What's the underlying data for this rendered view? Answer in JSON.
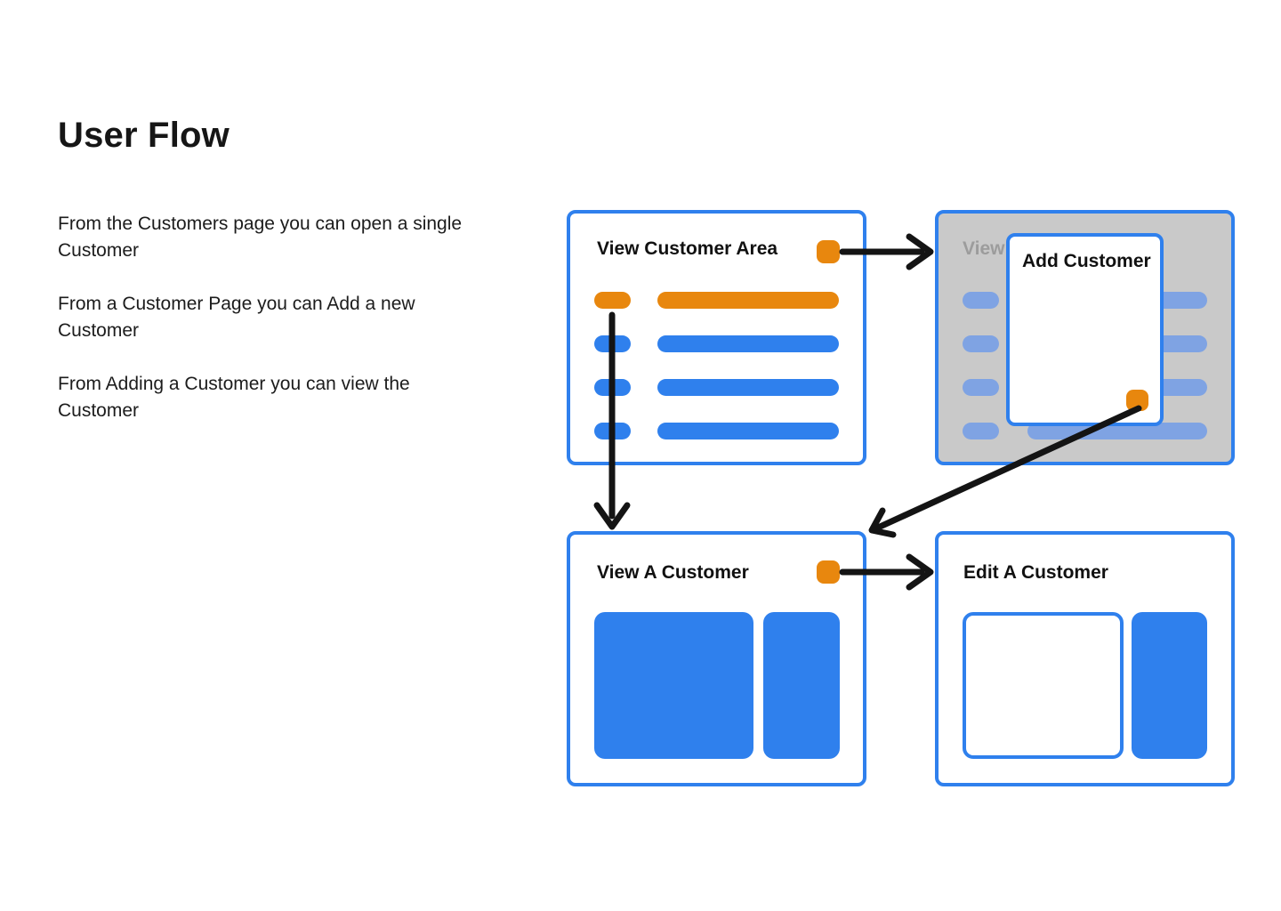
{
  "colors": {
    "blue": "#2F80ED",
    "orange": "#E8870E",
    "muted_blue": "#7FA3E3",
    "gray_bg": "#C9C9C9",
    "gray_text": "#9C9C9C",
    "ink": "#1C1C1C",
    "arrow": "#141414"
  },
  "heading": {
    "title": "User Flow"
  },
  "intro": {
    "paragraphs": [
      {
        "lines": [
          "From the Customers page you can open a single",
          "Customer"
        ]
      },
      {
        "lines": [
          "From a Customer Page you can Add a new",
          "Customer"
        ]
      },
      {
        "lines": [
          "From Adding a Customer you can view the",
          "Customer"
        ]
      }
    ]
  },
  "flow": {
    "view_customer_area": {
      "title": "View Customer Area"
    },
    "customers_dimmed": {
      "visible_title": "View"
    },
    "add_customer_modal": {
      "title": "Add Customer"
    },
    "view_a_customer": {
      "title": "View A Customer"
    },
    "edit_a_customer": {
      "title": "Edit A Customer"
    }
  }
}
